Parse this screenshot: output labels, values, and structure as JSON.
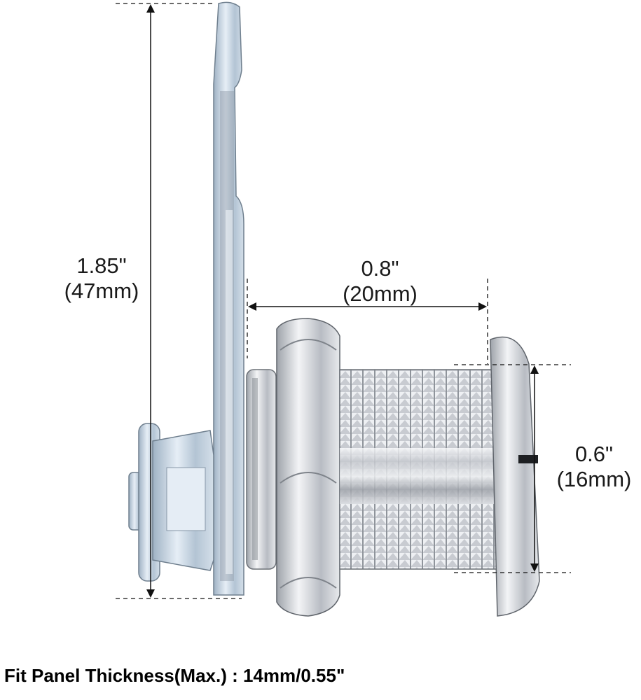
{
  "dimensions": {
    "height": {
      "inch": "1.85\"",
      "mm": "(47mm)"
    },
    "depth": {
      "inch": "0.8\"",
      "mm": "(20mm)"
    },
    "diameter": {
      "inch": "0.6\"",
      "mm": "(16mm)"
    }
  },
  "caption": "Fit Panel Thickness(Max.) : 14mm/0.55\"",
  "colors": {
    "chrome": "#c9ccd2",
    "zinc_plate": "#b7c7d6",
    "line": "#111111"
  }
}
